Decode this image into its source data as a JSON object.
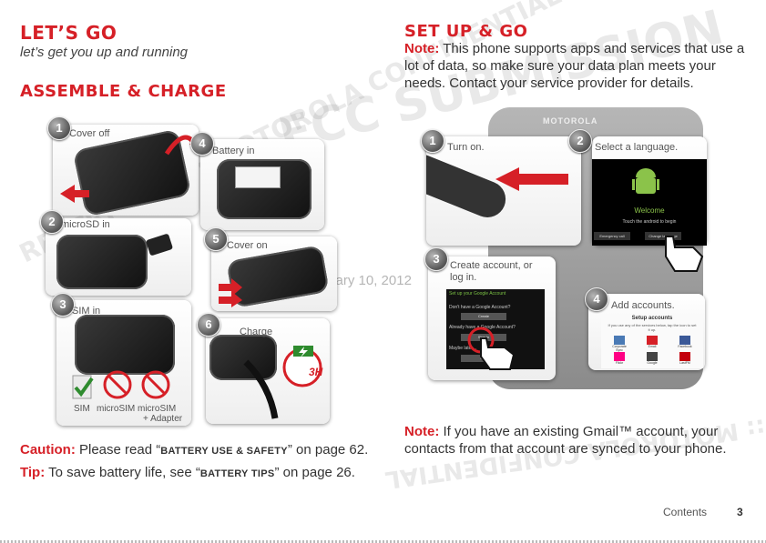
{
  "left": {
    "title": "LET’S GO",
    "subtitle": "let’s get you up and running",
    "section": "ASSEMBLE & CHARGE",
    "steps": [
      {
        "num": "1",
        "label": "Cover off"
      },
      {
        "num": "2",
        "label": "microSD in"
      },
      {
        "num": "3",
        "label": "SIM in"
      },
      {
        "num": "4",
        "label": "Battery in"
      },
      {
        "num": "5",
        "label": "Cover on"
      },
      {
        "num": "6",
        "label": "Charge"
      }
    ],
    "sim_labels": {
      "sim": "SIM",
      "microsim": "microSIM",
      "microsim_adapter_1": "microSIM",
      "microsim_adapter_2": "+ Adapter"
    },
    "charge_badge": "3H",
    "caution_label": "Caution:",
    "caution_pre": "Please read “",
    "caution_link": "BATTERY USE & SAFETY",
    "caution_post": "” on page 62.",
    "tip_label": "Tip:",
    "tip_pre": "To save battery life, see “",
    "tip_link": "BATTERY TIPS",
    "tip_post": "” on page 26."
  },
  "right": {
    "section": "SET UP & GO",
    "note1_label": "Note:",
    "note1_text": "This phone supports apps and services that use a lot of data, so make sure your data plan meets your needs. Contact your service provider for details.",
    "steps": [
      {
        "num": "1",
        "label": "Turn on."
      },
      {
        "num": "2",
        "label": "Select a language."
      },
      {
        "num": "3",
        "label": "Create account, or log in."
      },
      {
        "num": "4",
        "label": "Add accounts."
      }
    ],
    "brand": "MOTOROLA",
    "welcome_screen": {
      "title": "Welcome",
      "touch": "Touch the android to begin",
      "emergency": "Emergency call",
      "change": "Change language"
    },
    "google_screen": {
      "title": "Set up your Google Account",
      "line1": "Don't have a Google Account?",
      "create": "Create",
      "line2": "Already have a Google Account?",
      "signin": "Sign in",
      "line3": "Maybe later...",
      "skip": "Skip"
    },
    "accounts_screen": {
      "title": "Setup accounts",
      "subtitle": "If you use any of the services below, tap the icon to set it up.",
      "items": [
        "Corporate Sync",
        "Email",
        "Facebook",
        "Flickr",
        "Google",
        "LastFM"
      ]
    },
    "note2_label": "Note:",
    "note2_text": "If you have an existing Gmail™ account, your contacts from that account are synced to your phone."
  },
  "watermark": {
    "date": "January 10, 2012",
    "text1": "FCC SUBMISSION",
    "text2": "RESTRICTED :: MOTOROLA CONFIDENTIAL"
  },
  "footer": {
    "contents": "Contents",
    "page": "3"
  },
  "colors": {
    "accent": "#d62027",
    "text": "#333333",
    "green": "#2e8b2e"
  }
}
